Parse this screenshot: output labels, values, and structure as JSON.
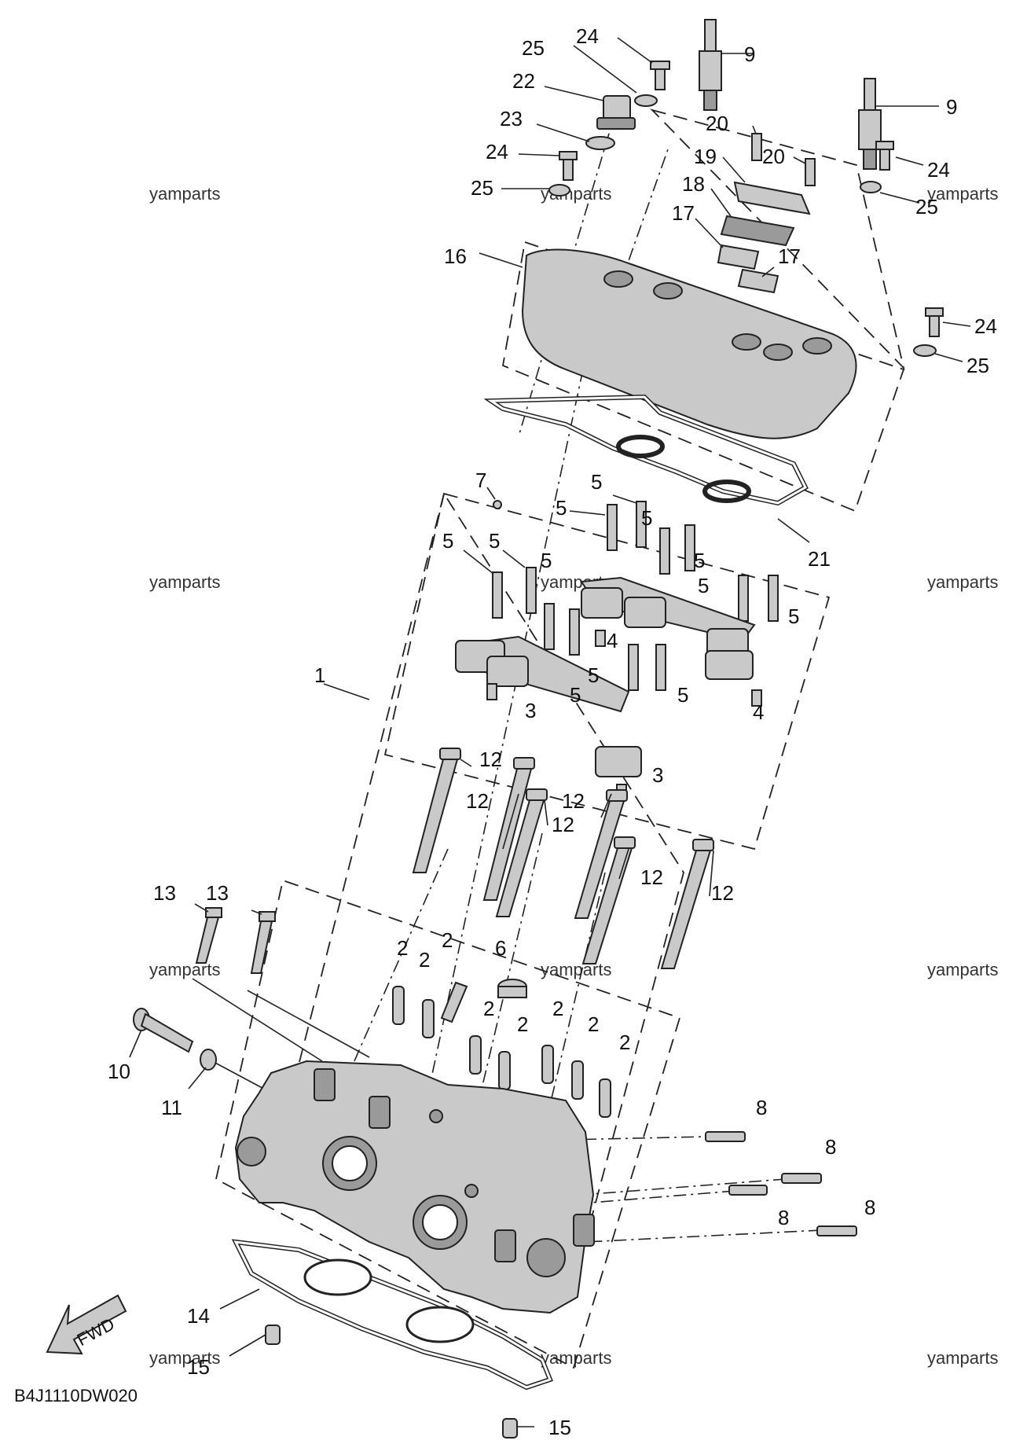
{
  "diagram": {
    "code": "B4J1110DW020",
    "direction_label": "FWD",
    "watermark": "yamparts",
    "colors": {
      "part": "#c9c9c9",
      "line": "#222222"
    },
    "callouts": [
      {
        "id": "c-1",
        "num": "1"
      },
      {
        "id": "c-2a",
        "num": "2"
      },
      {
        "id": "c-2b",
        "num": "2"
      },
      {
        "id": "c-2c",
        "num": "2"
      },
      {
        "id": "c-2d",
        "num": "2"
      },
      {
        "id": "c-2e",
        "num": "2"
      },
      {
        "id": "c-2f",
        "num": "2"
      },
      {
        "id": "c-2g",
        "num": "2"
      },
      {
        "id": "c-2h",
        "num": "2"
      },
      {
        "id": "c-3a",
        "num": "3"
      },
      {
        "id": "c-3b",
        "num": "3"
      },
      {
        "id": "c-4a",
        "num": "4"
      },
      {
        "id": "c-4b",
        "num": "4"
      },
      {
        "id": "c-5a",
        "num": "5"
      },
      {
        "id": "c-5b",
        "num": "5"
      },
      {
        "id": "c-5c",
        "num": "5"
      },
      {
        "id": "c-5d",
        "num": "5"
      },
      {
        "id": "c-5e",
        "num": "5"
      },
      {
        "id": "c-5f",
        "num": "5"
      },
      {
        "id": "c-5g",
        "num": "5"
      },
      {
        "id": "c-5h",
        "num": "5"
      },
      {
        "id": "c-5i",
        "num": "5"
      },
      {
        "id": "c-5j",
        "num": "5"
      },
      {
        "id": "c-5k",
        "num": "5"
      },
      {
        "id": "c-5l",
        "num": "5"
      },
      {
        "id": "c-6",
        "num": "6"
      },
      {
        "id": "c-7",
        "num": "7"
      },
      {
        "id": "c-8a",
        "num": "8"
      },
      {
        "id": "c-8b",
        "num": "8"
      },
      {
        "id": "c-8c",
        "num": "8"
      },
      {
        "id": "c-8d",
        "num": "8"
      },
      {
        "id": "c-9a",
        "num": "9"
      },
      {
        "id": "c-9b",
        "num": "9"
      },
      {
        "id": "c-10",
        "num": "10"
      },
      {
        "id": "c-11",
        "num": "11"
      },
      {
        "id": "c-12a",
        "num": "12"
      },
      {
        "id": "c-12b",
        "num": "12"
      },
      {
        "id": "c-12c",
        "num": "12"
      },
      {
        "id": "c-12d",
        "num": "12"
      },
      {
        "id": "c-12e",
        "num": "12"
      },
      {
        "id": "c-12f",
        "num": "12"
      },
      {
        "id": "c-13a",
        "num": "13"
      },
      {
        "id": "c-13b",
        "num": "13"
      },
      {
        "id": "c-14",
        "num": "14"
      },
      {
        "id": "c-15a",
        "num": "15"
      },
      {
        "id": "c-15b",
        "num": "15"
      },
      {
        "id": "c-16",
        "num": "16"
      },
      {
        "id": "c-17a",
        "num": "17"
      },
      {
        "id": "c-17b",
        "num": "17"
      },
      {
        "id": "c-18",
        "num": "18"
      },
      {
        "id": "c-19",
        "num": "19"
      },
      {
        "id": "c-20a",
        "num": "20"
      },
      {
        "id": "c-20b",
        "num": "20"
      },
      {
        "id": "c-21",
        "num": "21"
      },
      {
        "id": "c-22",
        "num": "22"
      },
      {
        "id": "c-23",
        "num": "23"
      },
      {
        "id": "c-24a",
        "num": "24"
      },
      {
        "id": "c-24b",
        "num": "24"
      },
      {
        "id": "c-24c",
        "num": "24"
      },
      {
        "id": "c-24d",
        "num": "24"
      },
      {
        "id": "c-25a",
        "num": "25"
      },
      {
        "id": "c-25b",
        "num": "25"
      },
      {
        "id": "c-25c",
        "num": "25"
      },
      {
        "id": "c-25d",
        "num": "25"
      }
    ]
  }
}
